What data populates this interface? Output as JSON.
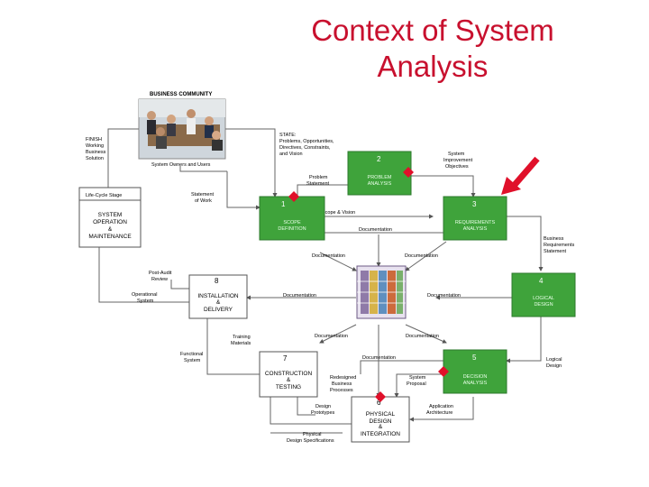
{
  "title": "Context of System\nAnalysis",
  "title_lines": [
    "Context of System",
    "Analysis"
  ],
  "business_community": "BUSINESS COMMUNITY",
  "system_owners_users": "System Owners and Users",
  "state": [
    "STATE:",
    "Problems, Opportunities,",
    "Directives, Constraints,",
    "and Vision"
  ],
  "finish": [
    "FINISH",
    "Working",
    "Business",
    "Solution"
  ],
  "lifecycle": {
    "label": "Life-Cycle Stage",
    "text": [
      "SYSTEM",
      "OPERATION",
      "&",
      "MAINTENANCE"
    ]
  },
  "statement_of_work": [
    "Statement",
    "of Work"
  ],
  "problem_statement": [
    "Problem",
    "Statement"
  ],
  "system_improvement": [
    "System",
    "Improvement",
    "Objectives"
  ],
  "scope_vision": "Scope & Vision",
  "documentation": "Documentation",
  "business_req": [
    "Business",
    "Requirements",
    "Statement"
  ],
  "post_audit": [
    "Post-Audit",
    "Review"
  ],
  "operational_system": [
    "Operational",
    "System"
  ],
  "training_materials": [
    "Training",
    "Materials"
  ],
  "functional_system": [
    "Functional",
    "System"
  ],
  "redesigned": [
    "Redesigned",
    "Business",
    "Processes"
  ],
  "system_proposal": [
    "System",
    "Proposal"
  ],
  "logical_design": [
    "Logical",
    "Design"
  ],
  "design_prototypes": [
    "Design",
    "Prototypes"
  ],
  "app_architecture": [
    "Application",
    "Architecture"
  ],
  "physical_design_specs": [
    "Physical",
    "Design Specifications"
  ],
  "phases": {
    "p1": {
      "num": "1",
      "text": [
        "SCOPE",
        "DEFINITION"
      ]
    },
    "p2": {
      "num": "2",
      "text": [
        "PROBLEM",
        "ANALYSIS"
      ]
    },
    "p3": {
      "num": "3",
      "text": [
        "REQUIREMENTS",
        "ANALYSIS"
      ]
    },
    "p4": {
      "num": "4",
      "text": [
        "LOGICAL",
        "DESIGN"
      ]
    },
    "p5": {
      "num": "5",
      "text": [
        "DECISION",
        "ANALYSIS"
      ]
    },
    "p6": {
      "num": "6",
      "text": [
        "PHYSICAL",
        "DESIGN",
        "&",
        "INTEGRATION"
      ]
    },
    "p7": {
      "num": "7",
      "text": [
        "CONSTRUCTION",
        "&",
        "TESTING"
      ]
    },
    "p8": {
      "num": "8",
      "text": [
        "INSTALLATION",
        "&",
        "DELIVERY"
      ]
    }
  },
  "colors": {
    "title": "#c8102e",
    "phase_green": "#3fa33b",
    "diamond": "#e0102a",
    "arrow": "#e0102a"
  }
}
